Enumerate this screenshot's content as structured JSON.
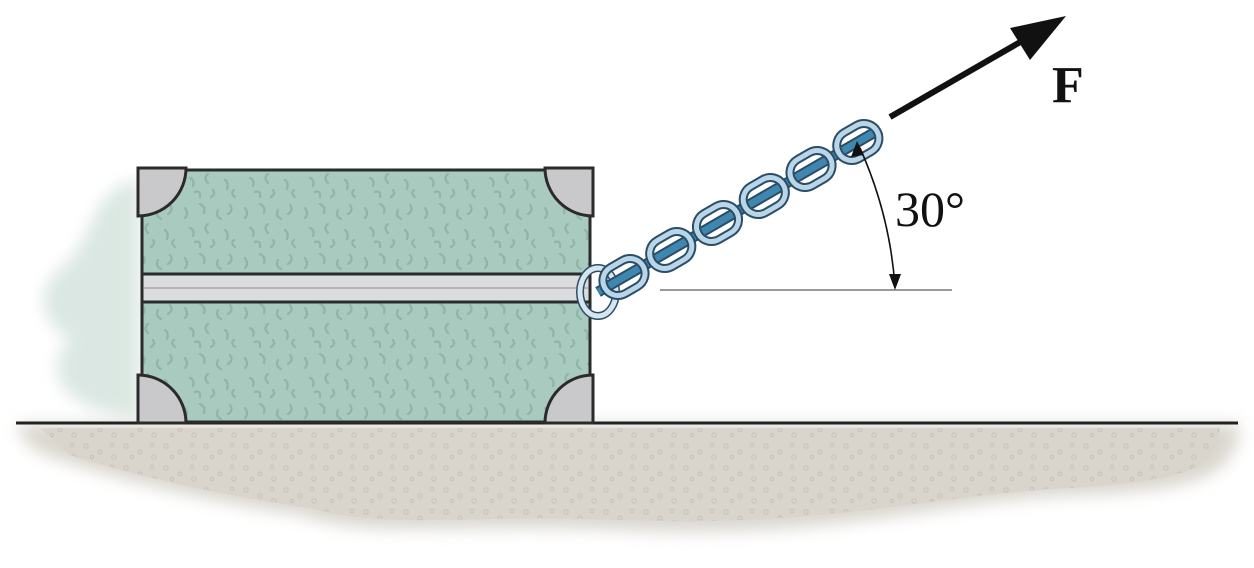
{
  "diagram": {
    "type": "statics-free-body-scene",
    "labels": {
      "force": "F",
      "angle": "30°"
    },
    "angle_deg": 30,
    "colors": {
      "crate_fill": "#a9cabe",
      "crate_texture": "#8fb5a7",
      "corner_plate": "#c9c9cc",
      "band": "#dcdcde",
      "chain_fill": "#b9d6e8",
      "chain_core": "#3f86b0",
      "outline": "#222222",
      "ground": "#d8d4cc",
      "shadow": "#dfe9e5",
      "reference_line": "#999999"
    },
    "elements": [
      "crate",
      "chain",
      "force-arrow",
      "angle-arc",
      "horizontal-reference-line",
      "ground"
    ]
  }
}
